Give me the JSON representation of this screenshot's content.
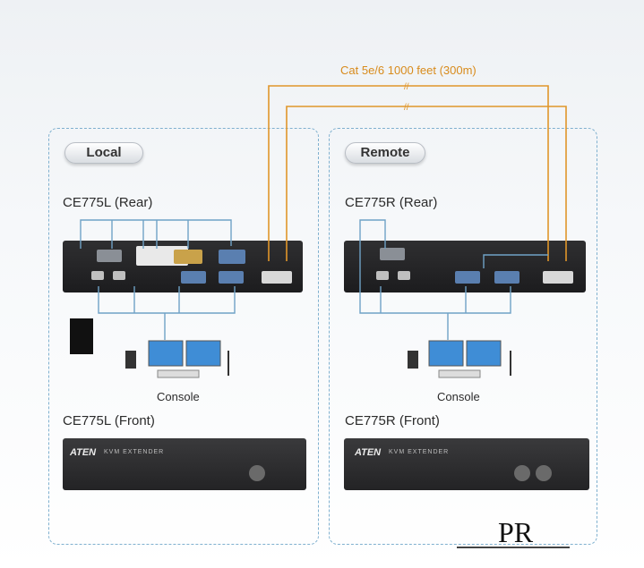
{
  "cable": {
    "label": "Cat 5e/6 1000 feet (300m)",
    "color": "#e0962a",
    "break_mark": "//"
  },
  "panels": {
    "local": {
      "badge": "Local",
      "rear_title": "CE775L (Rear)",
      "front_title": "CE775L (Front)",
      "console": "Console"
    },
    "remote": {
      "badge": "Remote",
      "rear_title": "CE775R (Rear)",
      "front_title": "CE775R (Front)",
      "console": "Console"
    }
  },
  "device": {
    "brand": "ATEN",
    "product": "KVM EXTENDER"
  },
  "logo": {
    "text": "PR"
  },
  "colors": {
    "panel_border": "#7fb0cf",
    "link_lines": "#6fa2c6",
    "device_body": "#232325"
  }
}
